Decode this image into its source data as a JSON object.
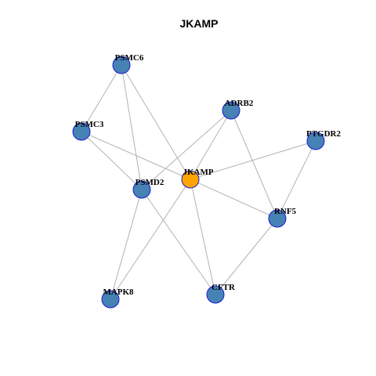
{
  "title": "JKAMP",
  "colors": {
    "center": "#FFA500",
    "node": "#4682B4",
    "node_border": "#1C1CD0",
    "edge": "#B3B3B3"
  },
  "nodes": [
    {
      "id": "JKAMP",
      "label": "JKAMP",
      "role": "center"
    },
    {
      "id": "PSMC6",
      "label": "PSMC6",
      "role": "neighbor"
    },
    {
      "id": "ADRB2",
      "label": "ADRB2",
      "role": "neighbor"
    },
    {
      "id": "PSMC3",
      "label": "PSMC3",
      "role": "neighbor"
    },
    {
      "id": "PTGDR2",
      "label": "PTGDR2",
      "role": "neighbor"
    },
    {
      "id": "PSMD2",
      "label": "PSMD2",
      "role": "neighbor"
    },
    {
      "id": "RNF5",
      "label": "RNF5",
      "role": "neighbor"
    },
    {
      "id": "MAPK8",
      "label": "MAPK8",
      "role": "neighbor"
    },
    {
      "id": "CFTR",
      "label": "CFTR",
      "role": "neighbor"
    }
  ],
  "edges": [
    [
      "PSMC6",
      "PSMC3"
    ],
    [
      "PSMC6",
      "PSMD2"
    ],
    [
      "PSMC6",
      "JKAMP"
    ],
    [
      "PSMC3",
      "PSMD2"
    ],
    [
      "PSMC3",
      "JKAMP"
    ],
    [
      "ADRB2",
      "PSMD2"
    ],
    [
      "ADRB2",
      "JKAMP"
    ],
    [
      "ADRB2",
      "RNF5"
    ],
    [
      "PTGDR2",
      "JKAMP"
    ],
    [
      "PTGDR2",
      "RNF5"
    ],
    [
      "JKAMP",
      "RNF5"
    ],
    [
      "JKAMP",
      "CFTR"
    ],
    [
      "JKAMP",
      "MAPK8"
    ],
    [
      "PSMD2",
      "MAPK8"
    ],
    [
      "PSMD2",
      "CFTR"
    ],
    [
      "RNF5",
      "CFTR"
    ]
  ]
}
